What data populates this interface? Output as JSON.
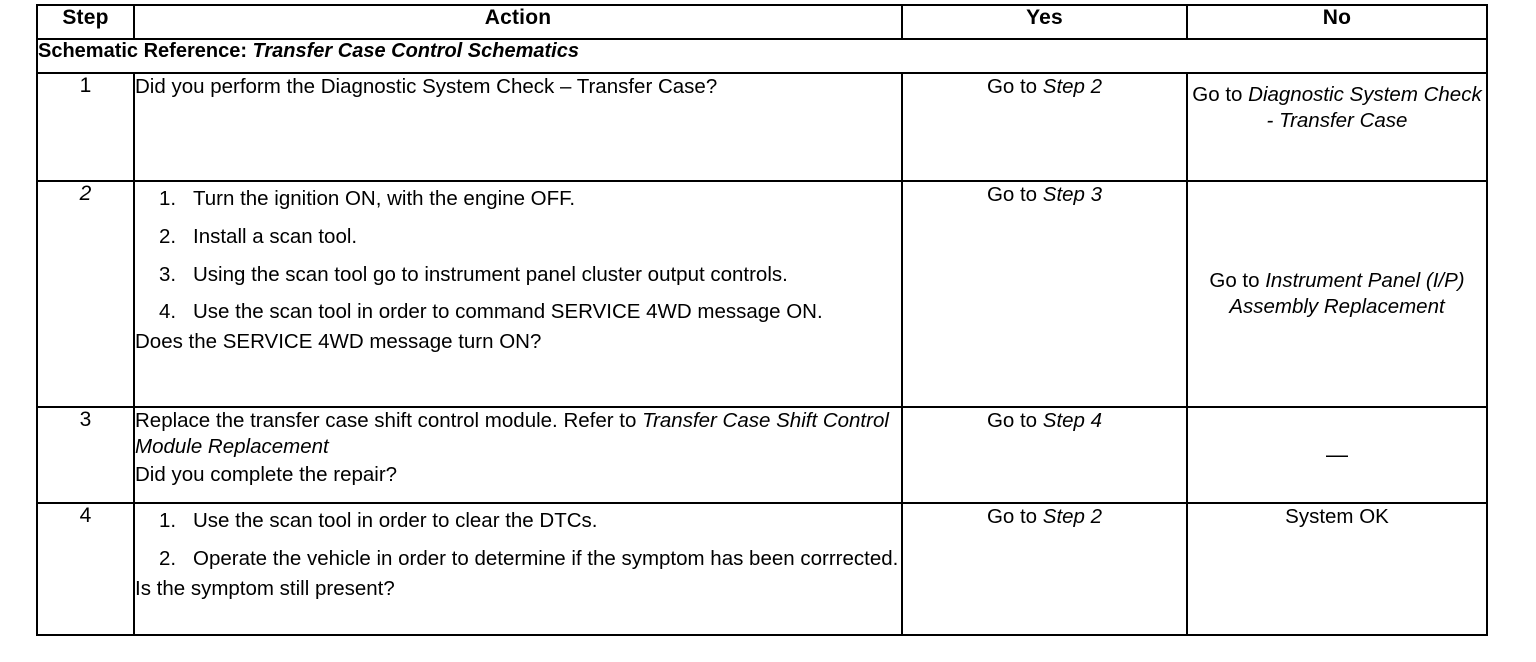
{
  "table": {
    "headers": {
      "step": "Step",
      "action": "Action",
      "yes": "Yes",
      "no": "No"
    },
    "schematic": {
      "label": "Schematic Reference:",
      "value": "Transfer Case Control Schematics"
    },
    "rows": [
      {
        "step": "1",
        "step_italic": false,
        "action_lead": "Did you perform the Diagnostic System Check – Transfer Case?",
        "action_items": [],
        "action_tail": "",
        "yes": "Go to Step 2",
        "yes_plain": "Go to ",
        "yes_em": "Step 2",
        "no_plain": "Go to ",
        "no_em": "Diagnostic System Check - Transfer Case"
      },
      {
        "step": "2",
        "step_italic": true,
        "action_lead": "",
        "action_items": [
          {
            "num": "1.",
            "text": "Turn the ignition ON, with the engine OFF."
          },
          {
            "num": "2.",
            "text": "Install a scan tool."
          },
          {
            "num": "3.",
            "text": "Using the scan tool go to instrument panel cluster output controls."
          },
          {
            "num": "4.",
            "text": "Use the scan tool in order to command SERVICE 4WD message ON."
          }
        ],
        "action_tail": "Does the SERVICE 4WD message turn ON?",
        "yes_plain": "Go to ",
        "yes_em": "Step 3",
        "no_plain": "Go to ",
        "no_em": "Instrument Panel (I/P) Assembly Replacement"
      },
      {
        "step": "3",
        "step_italic": false,
        "action_lead_plain": "Replace the transfer case shift control module. Refer to ",
        "action_lead_em": "Transfer Case Shift Control Module Replacement",
        "action_items": [],
        "action_tail": "Did you complete the repair?",
        "yes_plain": "Go to ",
        "yes_em": "Step 4",
        "no_plain": "—",
        "no_em": ""
      },
      {
        "step": "4",
        "step_italic": false,
        "action_lead": "",
        "action_items": [
          {
            "num": "1.",
            "text": "Use the scan tool in order to clear the DTCs."
          },
          {
            "num": "2.",
            "text": "Operate the vehicle in order to determine if the symptom has been corrrected."
          }
        ],
        "action_tail": "Is the symptom still present?",
        "yes_plain": "Go to ",
        "yes_em": "Step 2",
        "no_plain": "System OK",
        "no_em": ""
      }
    ]
  },
  "colors": {
    "text": "#000000",
    "background": "#ffffff",
    "border": "#000000"
  }
}
